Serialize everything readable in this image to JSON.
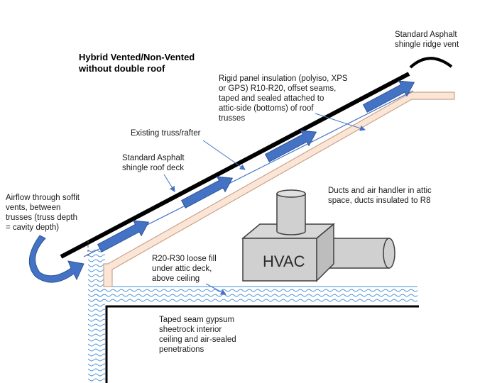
{
  "title": {
    "line1": "Hybrid Vented/Non-Vented",
    "line2": "without double roof"
  },
  "labels": {
    "ridge_vent": "Standard Asphalt\nshingle ridge vent",
    "rigid_panel": "Rigid panel insulation (polyiso, XPS\nor GPS) R10-R20, offset seams,\ntaped and sealed attached to\nattic-side (bottoms) of roof\ntrusses",
    "truss": "Existing truss/rafter",
    "roof_deck": "Standard Asphalt\nshingle roof deck",
    "soffit_airflow": "Airflow through soffit\nvents, between\ntrusses (truss depth\n= cavity depth)",
    "ducts": "Ducts and air handler in attic\nspace, ducts insulated to R8",
    "loose_fill": "R20-R30 loose fill\nunder attic deck,\nabove ceiling",
    "ceiling": "Taped seam gypsum\nsheetrock interior\nceiling and air-sealed\npenetrations"
  },
  "hvac": {
    "label": "HVAC"
  },
  "colors": {
    "roof": "#000000",
    "arrow_fill": "#4472c4",
    "arrow_stroke": "#2f5597",
    "panel_fill": "#fbe5d6",
    "panel_stroke": "#c9a48a",
    "hvac_fill": "#d0d0d0",
    "hvac_stroke": "#404040",
    "insulation_wave": "#4a90d9",
    "leader": "#4472c4"
  }
}
